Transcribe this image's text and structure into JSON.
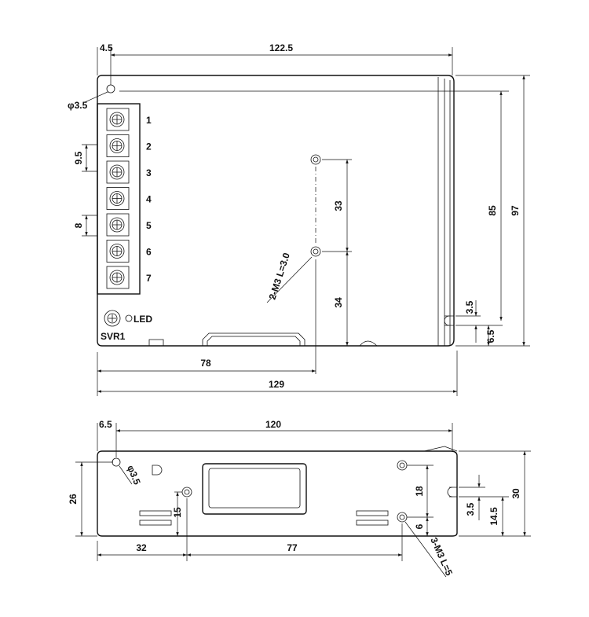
{
  "top_view": {
    "dims": {
      "hole_offset": "4.5",
      "overall_width_upper": "122.5",
      "hole_diameter": "φ3.5",
      "pitch": "9.5",
      "terminal_width": "8",
      "spacing_33": "33",
      "spacing_34": "34",
      "mount_screw": "2-M3 L=3.0",
      "height_85": "85",
      "height_97": "97",
      "slot_3_5": "3.5",
      "slot_6_5": "6.5",
      "width_78": "78",
      "width_129": "129"
    },
    "terminals": [
      "1",
      "2",
      "3",
      "4",
      "5",
      "6",
      "7"
    ],
    "led_label": "LED",
    "svr_label": "SVR1"
  },
  "side_view": {
    "dims": {
      "hole_offset": "6.5",
      "width_120": "120",
      "hole_diameter": "φ3.5",
      "height_26": "26",
      "height_15": "15",
      "spacing_18": "18",
      "spacing_6": "6",
      "mount_screw": "3-M3 L=5",
      "slot_3_5": "3.5",
      "height_14_5": "14.5",
      "height_30": "30",
      "width_32": "32",
      "width_77": "77"
    }
  }
}
